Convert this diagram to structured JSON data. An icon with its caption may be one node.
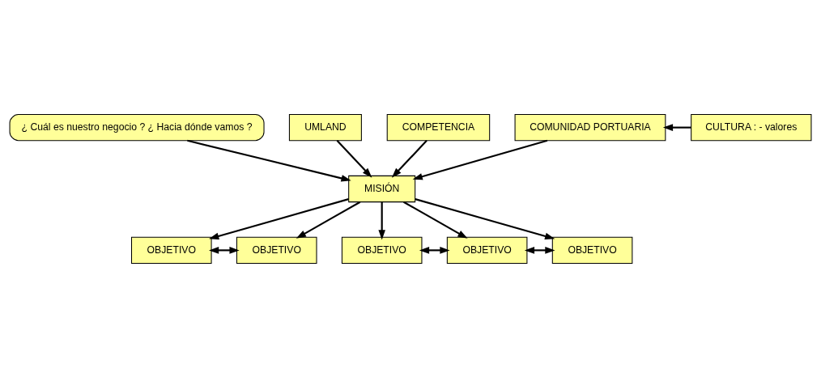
{
  "diagram": {
    "nodes": [
      {
        "text": [
          "¿ Cuál es nuestro negocio ? ¿ Hacia dónde vamos ?"
        ]
      },
      {
        "text": [
          "UMLAND"
        ]
      },
      {
        "text": [
          "COMPETENCIA"
        ]
      },
      {
        "text": [
          "COMUNIDAD PORTUARIA"
        ]
      },
      {
        "text": [
          "CULTURA : - valores"
        ]
      },
      {
        "text": [
          "MISIÓN"
        ]
      },
      {
        "text": [
          "OBJETIVO"
        ]
      },
      {
        "text": [
          "OBJETIVO"
        ]
      },
      {
        "text": [
          "OBJETIVO"
        ]
      },
      {
        "text": [
          "OBJETIVO"
        ]
      },
      {
        "text": [
          "OBJETIVO"
        ]
      }
    ],
    "edges": [
      {
        "from": 0,
        "to": 5,
        "arrow": "to"
      },
      {
        "from": 1,
        "to": 5,
        "arrow": "to"
      },
      {
        "from": 2,
        "to": 5,
        "arrow": "to"
      },
      {
        "from": 3,
        "to": 5,
        "arrow": "to"
      },
      {
        "from": 4,
        "to": 3,
        "arrow": "to"
      },
      {
        "from": 5,
        "to": 6,
        "arrow": "to"
      },
      {
        "from": 5,
        "to": 7,
        "arrow": "to"
      },
      {
        "from": 5,
        "to": 8,
        "arrow": "to"
      },
      {
        "from": 5,
        "to": 9,
        "arrow": "to"
      },
      {
        "from": 5,
        "to": 10,
        "arrow": "to"
      },
      {
        "from": 6,
        "to": 7,
        "arrow": "both"
      },
      {
        "from": 8,
        "to": 9,
        "arrow": "both"
      },
      {
        "from": 9,
        "to": 10,
        "arrow": "both"
      }
    ]
  }
}
